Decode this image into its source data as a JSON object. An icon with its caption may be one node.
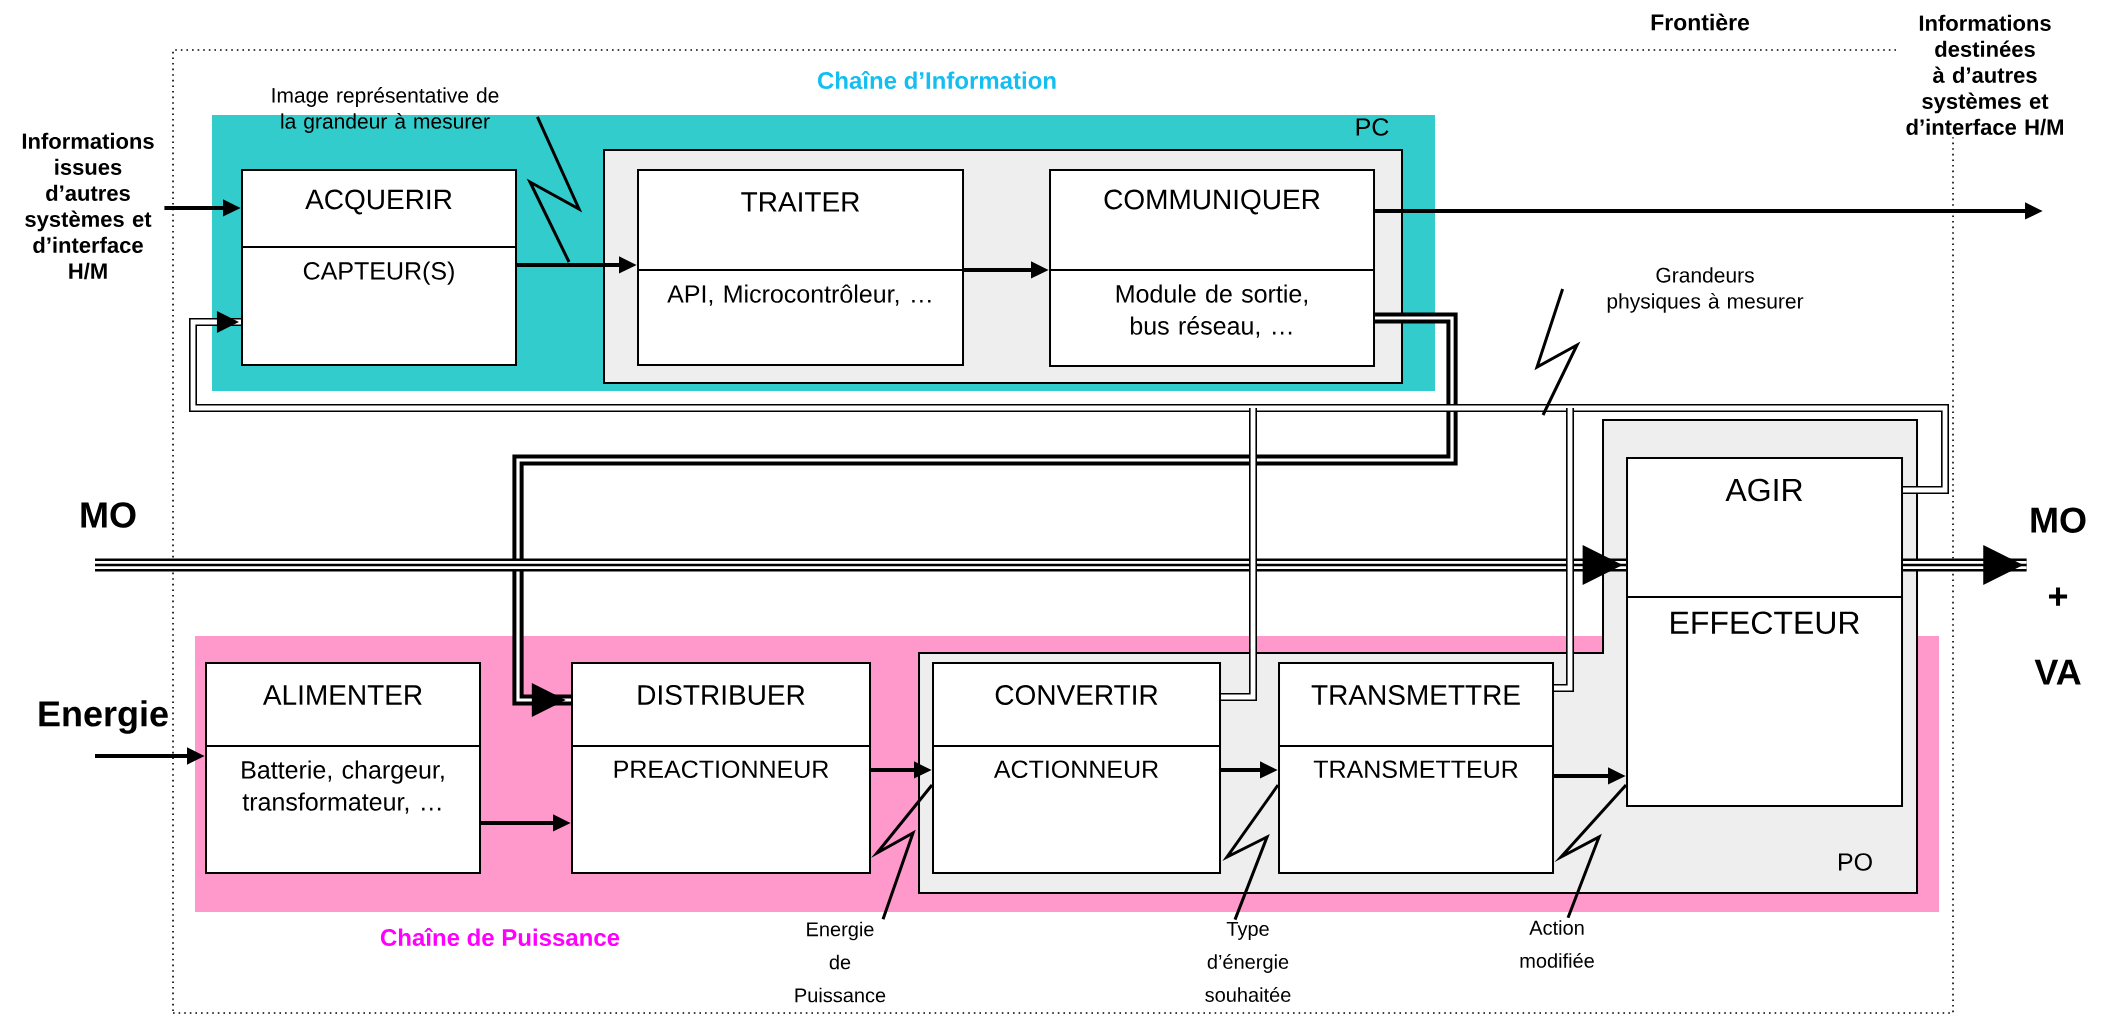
{
  "diagram": {
    "nodes": [
      {
        "text": [
          "Frontière"
        ]
      },
      {
        "text": [
          "Chaîne d’Information",
          "PC"
        ],
        "in": 0
      },
      {
        "text": [],
        "shape": "box",
        "in": 1
      },
      {
        "text": [
          "ACQUERIR",
          "CAPTEUR(S)"
        ],
        "in": 1
      },
      {
        "text": [
          "TRAITER",
          "API, Microcontrôleur, …"
        ],
        "in": 2
      },
      {
        "text": [
          "COMMUNIQUER",
          "Module de sortie, bus réseau, …"
        ],
        "in": 2
      },
      {
        "text": [
          "Chaîne de Puissance"
        ],
        "in": 0
      },
      {
        "text": [
          "PO"
        ],
        "in": 0
      },
      {
        "text": [
          "ALIMENTER",
          "Batterie, chargeur, transformateur, …"
        ],
        "in": 6
      },
      {
        "text": [
          "DISTRIBUER",
          "PREACTIONNEUR"
        ],
        "in": 6
      },
      {
        "text": [
          "CONVERTIR",
          "ACTIONNEUR"
        ]
      },
      {
        "text": [
          "TRANSMETTRE",
          "TRANSMETTEUR"
        ]
      },
      {
        "text": [
          "AGIR",
          "EFFECTEUR"
        ],
        "in": 7
      },
      {
        "text": [
          "Informations issues d’autres systèmes et d’interface H/M"
        ]
      },
      {
        "text": [
          "Image représentative de la grandeur à mesurer"
        ],
        "in": 0
      },
      {
        "text": [
          "Grandeurs physiques à mesurer"
        ],
        "in": 0
      },
      {
        "text": [
          "Energie de Puissance"
        ],
        "in": 0
      },
      {
        "text": [
          "Type d’énergie souhaitée"
        ],
        "in": 0
      },
      {
        "text": [
          "Action modifiée"
        ],
        "in": 0
      },
      {
        "text": [
          "MO",
          "+",
          "VA"
        ]
      }
    ],
    "edges": [
      {
        "from": 13,
        "to": 3,
        "arrow": "to"
      },
      {
        "from": 3,
        "to": 4,
        "arrow": "to"
      },
      {
        "from": 4,
        "to": 5,
        "arrow": "to"
      },
      {
        "from": 5,
        "to": null,
        "arrow": "to"
      },
      {
        "from": 5,
        "to": 9,
        "arrow": "to",
        "style": "thick"
      },
      {
        "from": null,
        "to": 12,
        "arrow": "to",
        "style": "thick"
      },
      {
        "from": 12,
        "to": 19,
        "arrow": "to",
        "style": "thick"
      },
      {
        "from": null,
        "to": 8,
        "arrow": "to"
      },
      {
        "from": 8,
        "to": 9,
        "arrow": "to"
      },
      {
        "from": 9,
        "to": 10,
        "arrow": "to"
      },
      {
        "from": 10,
        "to": 11,
        "arrow": "to"
      },
      {
        "from": 11,
        "to": 12,
        "arrow": "to"
      },
      {
        "from": 12,
        "to": 3,
        "arrow": "to",
        "style": "thick"
      },
      {
        "from": 10,
        "to": 3,
        "arrow": "to",
        "style": "thick"
      },
      {
        "from": 11,
        "to": 3,
        "arrow": "to",
        "style": "thick"
      },
      {
        "from": 14,
        "to": null,
        "arrow": "none"
      },
      {
        "from": 15,
        "to": null,
        "arrow": "none"
      },
      {
        "from": 16,
        "to": 10,
        "arrow": "none"
      },
      {
        "from": 17,
        "to": 11,
        "arrow": "none"
      },
      {
        "from": 18,
        "to": 12,
        "arrow": "none"
      }
    ],
    "labels": [
      "Informations destinées à d’autres systèmes et d’interface H/M",
      "MO",
      "Energie"
    ]
  }
}
